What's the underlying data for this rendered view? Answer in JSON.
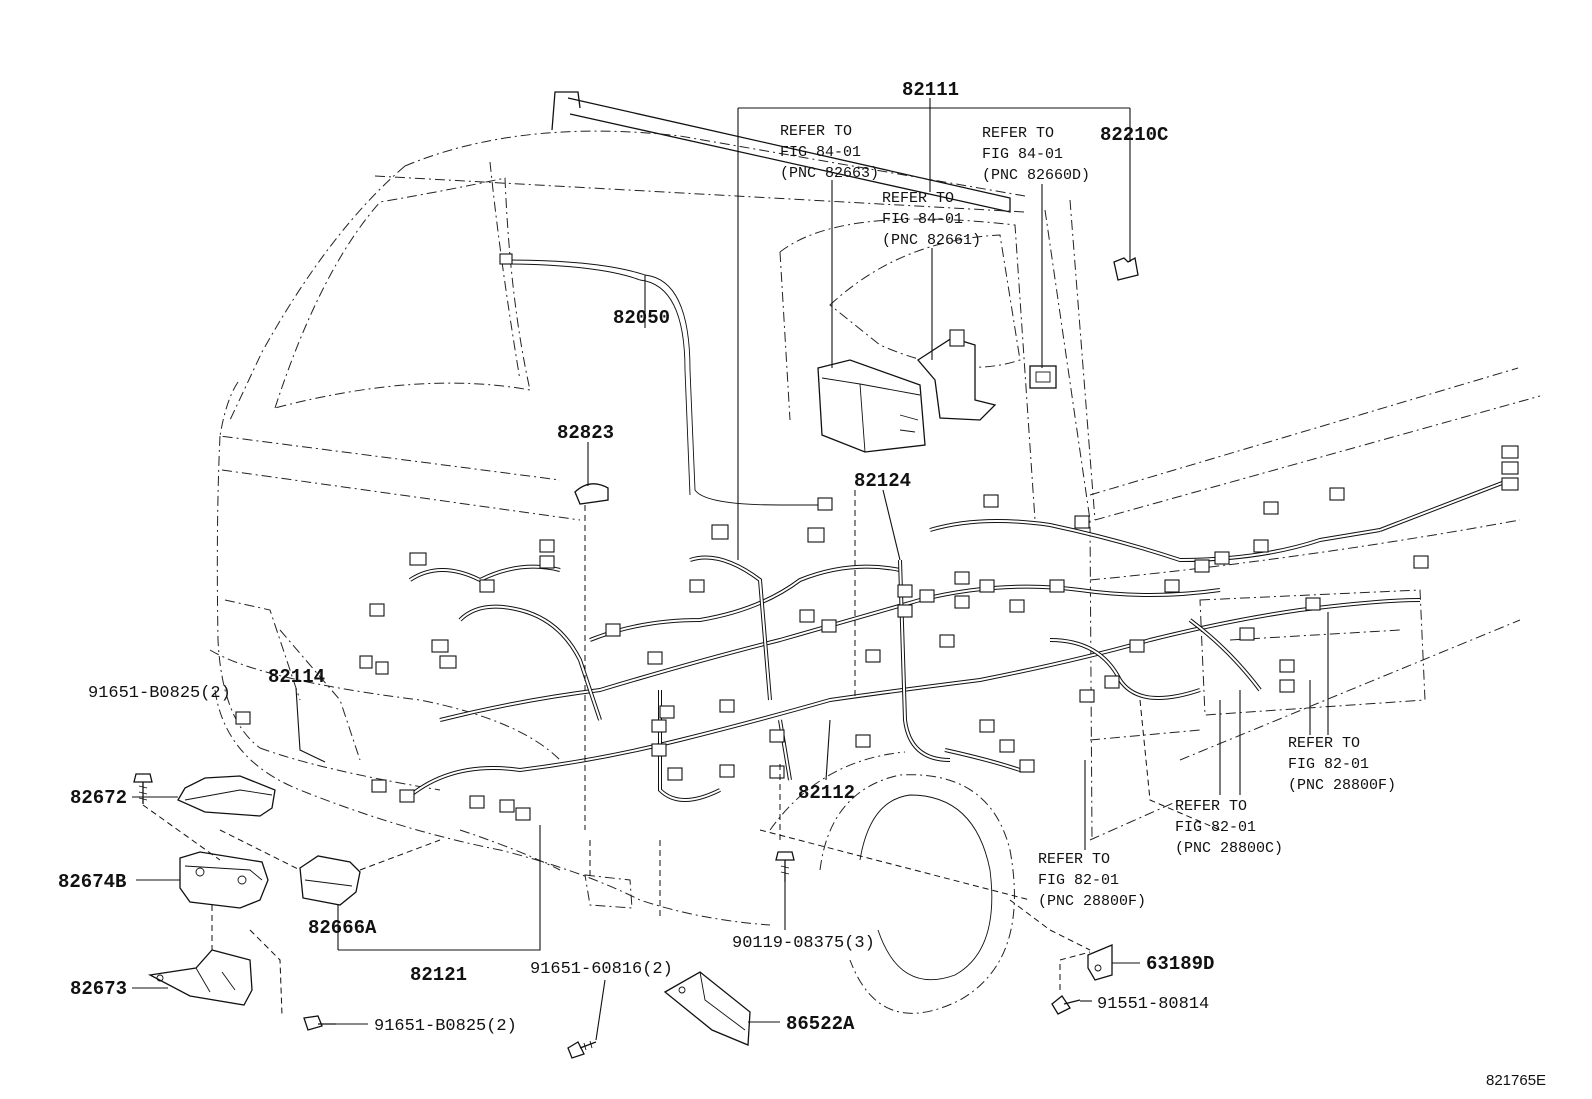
{
  "labels": {
    "p82111": "82111",
    "p82210c": "82210C",
    "p82050": "82050",
    "p82823": "82823",
    "p82124": "82124",
    "p82114": "82114",
    "p82112": "82112",
    "p82121": "82121",
    "p82672": "82672",
    "p82674b": "82674B",
    "p82666a": "82666A",
    "p82673": "82673",
    "p63189d": "63189D",
    "p86522a": "86522A",
    "b91651_b0825_top": "91651-B0825(2)",
    "b91651_b0825_bottom": "91651-B0825(2)",
    "b91651_60816": "91651-60816(2)",
    "b90119_08375": "90119-08375(3)",
    "b91551_80814": "91551-80814"
  },
  "references": {
    "refer_to": "REFER TO",
    "fig_84_01": "FIG 84-01",
    "fig_82_01": "FIG 82-01",
    "pnc_82663": "(PNC 82663)",
    "pnc_82660d": "(PNC 82660D)",
    "pnc_82661": "(PNC 82661)",
    "pnc_28800f": "(PNC 28800F)",
    "pnc_28800c": "(PNC 28800C)"
  },
  "figure_number": "821765E"
}
